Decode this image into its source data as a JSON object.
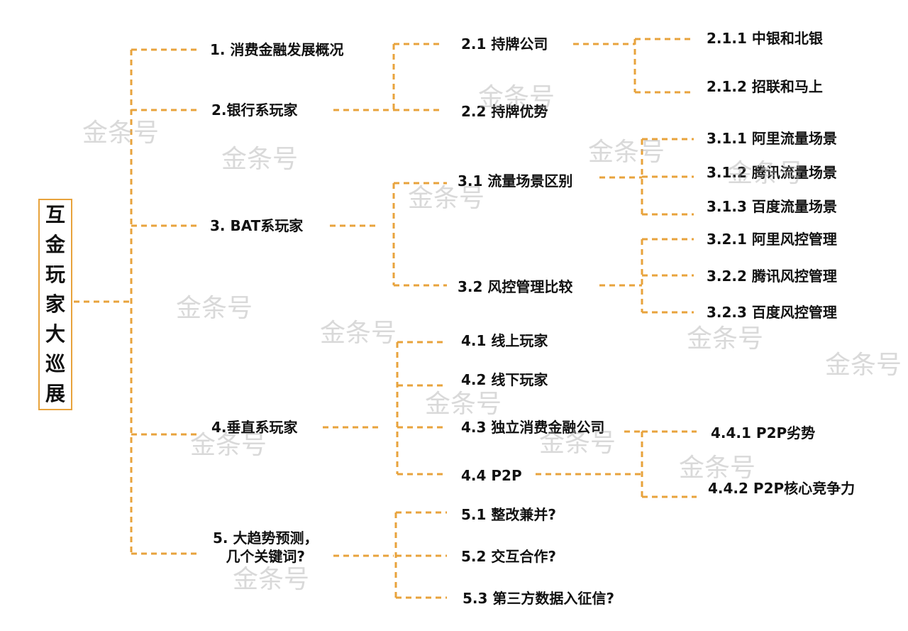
{
  "root": "互金玩家大巡展",
  "watermark": "金条号",
  "nodes": {
    "n1": "1. 消费金融发展概况",
    "n2": "2.银行系玩家",
    "n21": "2.1 持牌公司",
    "n22": "2.2 持牌优势",
    "n211": "2.1.1 中银和北银",
    "n212": "2.1.2 招联和马上",
    "n3": "3. BAT系玩家",
    "n31": "3.1 流量场景区别",
    "n311": "3.1.1 阿里流量场景",
    "n312": "3.1.2 腾讯流量场景",
    "n313": "3.1.3 百度流量场景",
    "n32": "3.2 风控管理比较",
    "n321": "3.2.1 阿里风控管理",
    "n322": "3.2.2 腾讯风控管理",
    "n323": "3.2.3 百度风控管理",
    "n4": "4.垂直系玩家",
    "n41": "4.1 线上玩家",
    "n42": "4.2 线下玩家",
    "n43": "4.3 独立消费金融公司",
    "n44": "4.4 P2P",
    "n441": "4.4.1 P2P劣势",
    "n442": "4.4.2 P2P核心竞争力",
    "n5a": "5. 大趋势预测，",
    "n5b": "几个关键词?",
    "n51": "5.1 整改兼并?",
    "n52": "5.2 交互合作?",
    "n53": "5.3  第三方数据入征信?"
  }
}
